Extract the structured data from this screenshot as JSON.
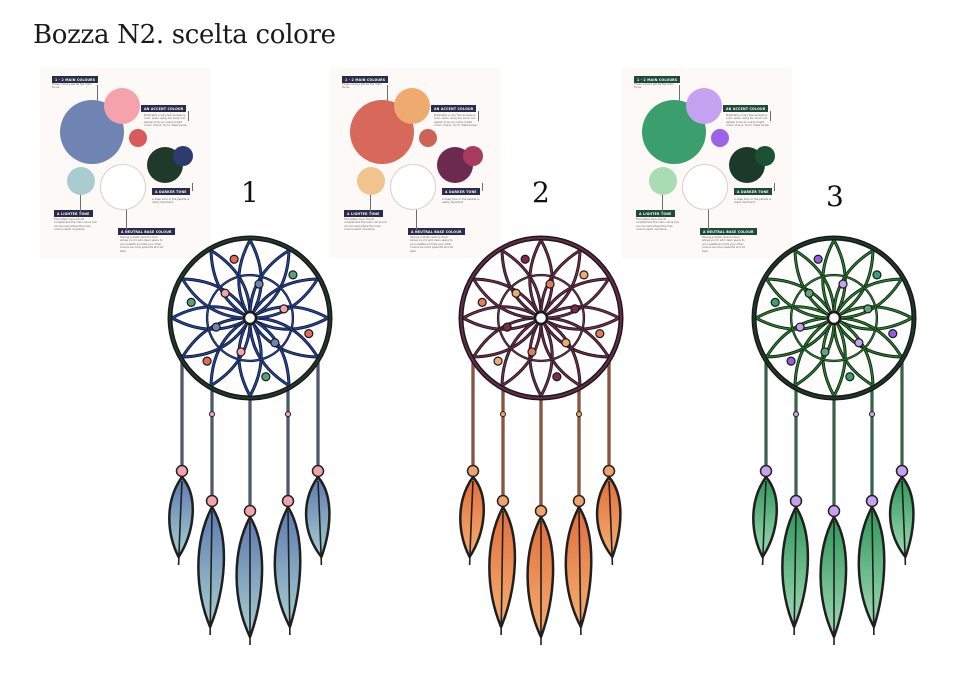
{
  "title": "Bozza N2. scelta colore",
  "palette_labels": {
    "main": "1 - 2 MAIN COLOURS",
    "main_desc": "These colours will be the main focus.",
    "accent": "AN ACCENT COLOUR",
    "accent_desc": "Preferably a very few accessory color, when using too much can appear to be an overly bright colour choice. Try to make sense.",
    "darker": "A DARKER TONE",
    "darker_desc": "A deep tone or the palette is really important.",
    "lighter": "A LIGHTER TONE",
    "lighter_desc": "The lighter tone should complement the main colour but can be used where the main colours seem overdone.",
    "neutral": "A NEUTRAL BASE COLOUR",
    "neutral_desc": "Having a slight neutral colour allows you to add clean space to your palette and lets your other colours be more powerful and sit best."
  },
  "variants": [
    {
      "number": "1",
      "tag_color": "#2a2d4a",
      "main1": "#6f84b3",
      "main2": "#f4a3ad",
      "accent": "#d85b57",
      "darker1": "#1f3a2a",
      "darker2": "#2c3c6e",
      "lighter": "#a9ccd0",
      "neutral": "#ffffff",
      "web": "#1c47b5",
      "beads": [
        "#e2695d",
        "#6f84b3",
        "#5b9e7b",
        "#f4a3ad"
      ],
      "feather_top": "#5e78b0",
      "feather_bottom": "#a7d0cf",
      "feather_bead": "#f4a3ad"
    },
    {
      "number": "2",
      "tag_color": "#2a2d4a",
      "main1": "#d7685a",
      "main2": "#efaa70",
      "accent": "#cc6258",
      "darker1": "#6b2a4e",
      "darker2": "#a93a60",
      "lighter": "#f1c38f",
      "neutral": "#ffffff",
      "web": "#7a2b4c",
      "beads": [
        "#e57a5d",
        "#efaa70",
        "#7a2b4c"
      ],
      "feather_top": "#e06d3c",
      "feather_bottom": "#f6b071",
      "feather_bead": "#efa36b"
    },
    {
      "number": "3",
      "tag_color": "#1e4a3a",
      "main1": "#3a9e6d",
      "main2": "#c5a2f1",
      "accent": "#9b62ea",
      "darker1": "#1b3a2a",
      "darker2": "#1c5133",
      "lighter": "#a9dcb3",
      "neutral": "#ffffff",
      "web": "#1f8a24",
      "beads": [
        "#8e5ee3",
        "#c5a2f1",
        "#3aa06e",
        "#5ca87a"
      ],
      "feather_top": "#2e9558",
      "feather_bottom": "#a0dbb6",
      "feather_bead": "#c5a2f1"
    }
  ]
}
